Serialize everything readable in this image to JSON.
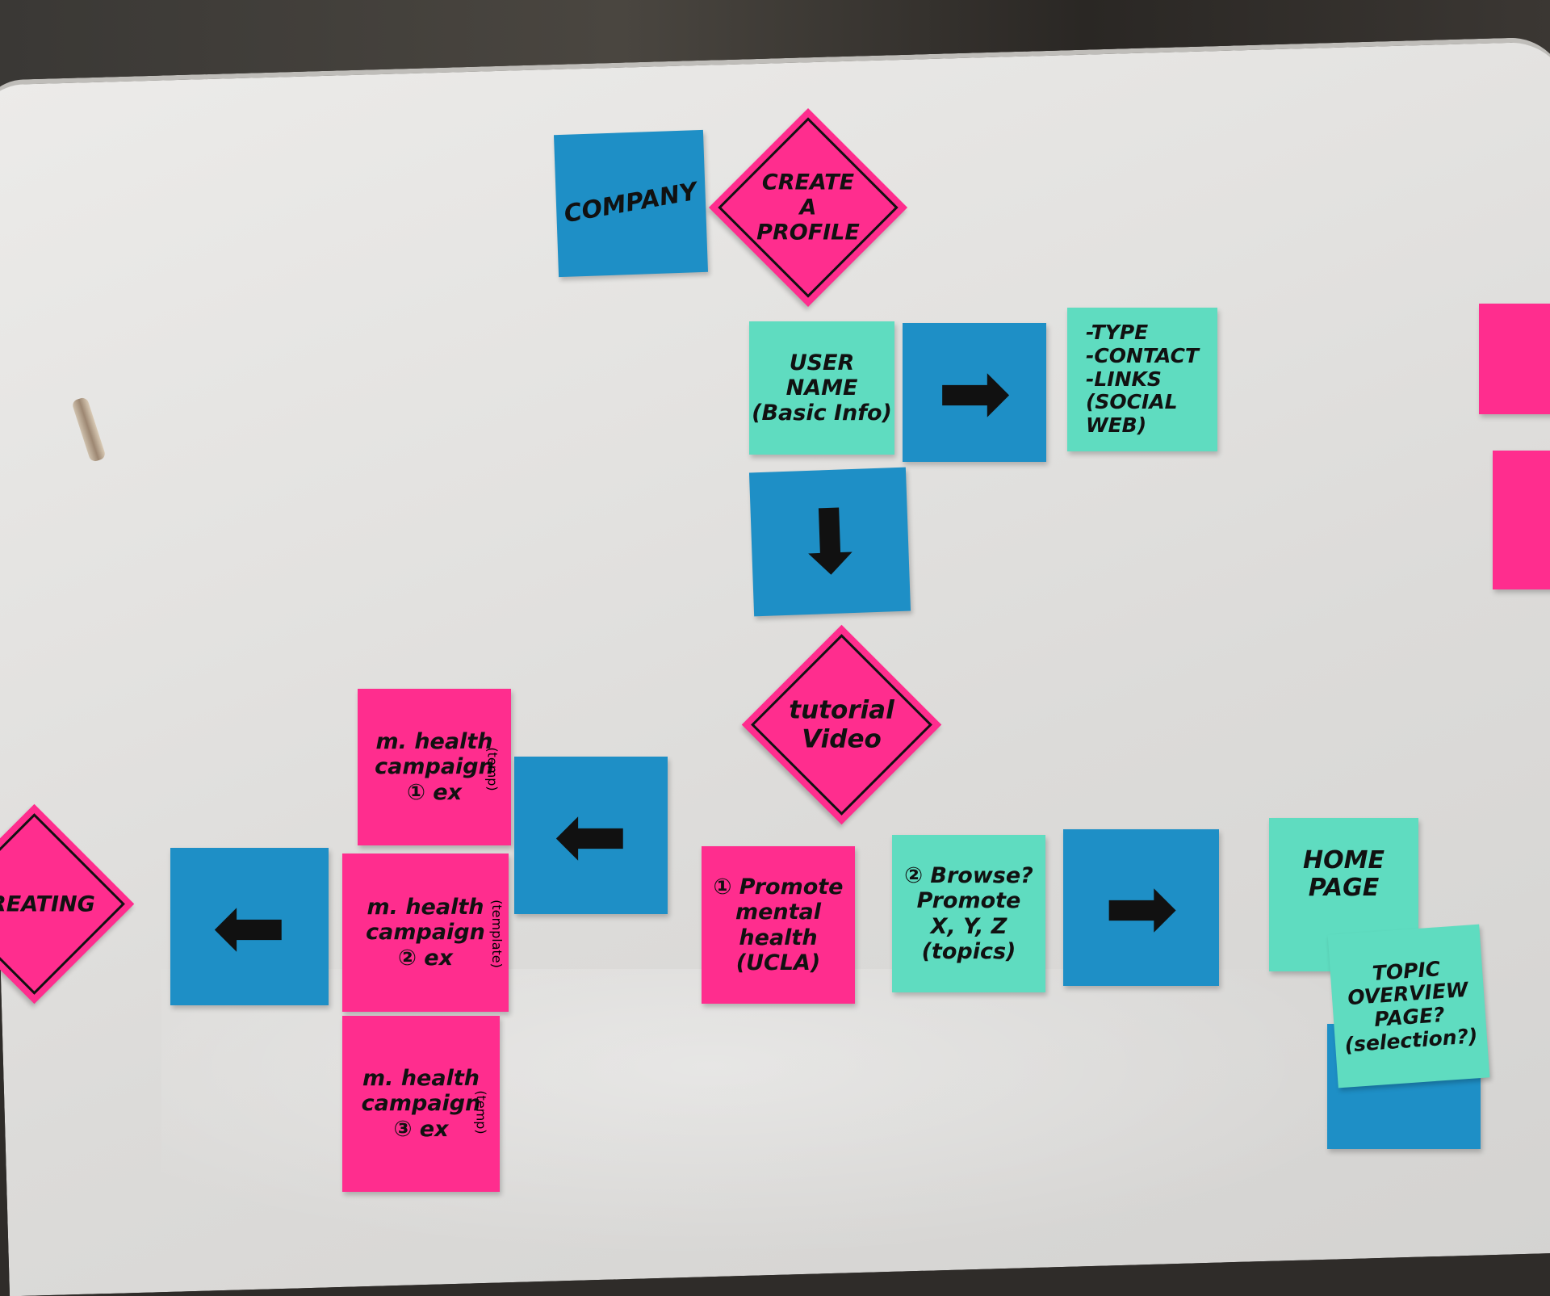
{
  "notes": {
    "company": "COMPANY",
    "create_profile": "CREATE\nA\nPROFILE",
    "user_name": "USER\nNAME\n(Basic Info)",
    "profile_fields": "-TYPE\n-CONTACT\n-LINKS\n(SOCIAL\nWEB)",
    "tutorial_video": "tutorial\nVideo",
    "campaign_1": "m. health\ncampaign\n① ex",
    "campaign_1_side": "(temp)",
    "campaign_2": "m. health\ncampaign\n② ex",
    "campaign_2_side": "(template)",
    "campaign_3": "m. health\ncampaign\n③ ex",
    "campaign_3_side": "(temp)",
    "creating": "CREATING",
    "promote": "① Promote\nmental\nhealth\n(UCLA)",
    "browse": "② Browse?\nPromote\nX, Y, Z\n(topics)",
    "home_page": "HOME\nPAGE",
    "topic_overview": "TOPIC\nOVERVIEW\nPAGE?\n(selection?)"
  },
  "icons": {
    "right": "right-arrow-icon",
    "down": "down-arrow-icon",
    "left": "left-arrow-icon"
  },
  "colors": {
    "pink": "#ff2d8e",
    "blue": "#1e8fc6",
    "mint": "#5fdcc0",
    "board": "#e3e2e0"
  }
}
